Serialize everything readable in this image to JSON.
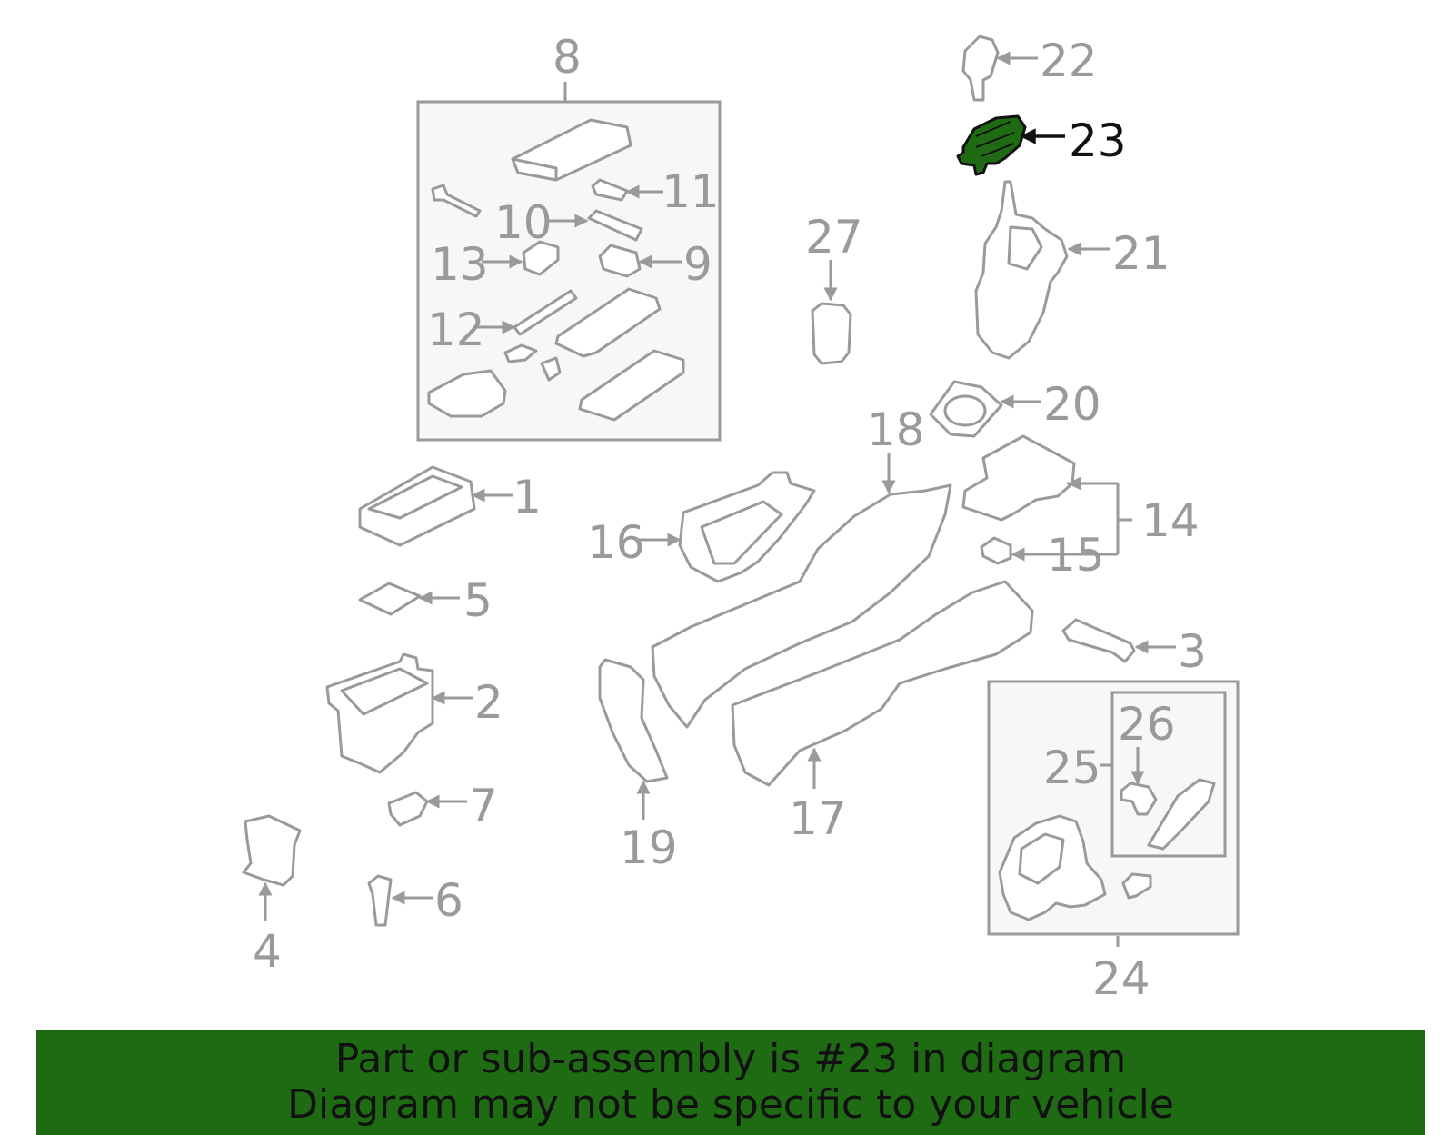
{
  "colors": {
    "highlight_fill": "#1f6b14",
    "line_gray": "#9a9a9a",
    "banner_background": "#1f6b14",
    "text_dark": "#111111"
  },
  "highlighted_part": "23",
  "callouts": {
    "c1": "1",
    "c2": "2",
    "c3": "3",
    "c4": "4",
    "c5": "5",
    "c6": "6",
    "c7": "7",
    "c8": "8",
    "c9": "9",
    "c10": "10",
    "c11": "11",
    "c12": "12",
    "c13": "13",
    "c14": "14",
    "c15": "15",
    "c16": "16",
    "c17": "17",
    "c18": "18",
    "c19": "19",
    "c20": "20",
    "c21": "21",
    "c22": "22",
    "c23": "23",
    "c24": "24",
    "c25": "25",
    "c26": "26",
    "c27": "27"
  },
  "banner": {
    "line1": "Part or sub-assembly is #23 in diagram",
    "line2": "Diagram may not be specific to your vehicle"
  }
}
